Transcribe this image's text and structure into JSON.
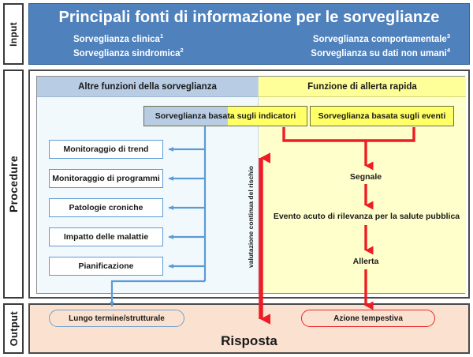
{
  "bands": {
    "input": "Input",
    "procedure": "Procedure",
    "output": "Output"
  },
  "input": {
    "title": "Principali fonti di informazione per le sorveglianze",
    "left_items": [
      {
        "text": "Sorveglianza clinica",
        "note": "1"
      },
      {
        "text": "Sorveglianza sindromica",
        "note": "2"
      }
    ],
    "right_items": [
      {
        "text": "Sorveglianza comportamentale",
        "note": "3"
      },
      {
        "text": "Sorveglianza su dati non umani",
        "note": "4"
      }
    ]
  },
  "procedure": {
    "left_header": "Altre funzioni della sorveglianza",
    "right_header": "Funzione di allerta rapida",
    "banner_indicators": "Sorveglianza basata sugli indicatori",
    "banner_events": "Sorveglianza basata sugli eventi",
    "risk_label": "valutazione continua del rischio",
    "procedure_boxes": [
      "Monitoraggio di trend",
      "Monitoraggio di programmi",
      "Patologie croniche",
      "Impatto delle malattie",
      "Pianificazione"
    ],
    "flow_steps": [
      "Segnale",
      "Evento acuto di rilevanza per la salute pubblica",
      "Allerta"
    ]
  },
  "output": {
    "oval_long_term": "Lungo termine/strutturale",
    "oval_fast_action": "Azione tempestiva",
    "response": "Risposta"
  },
  "colors": {
    "input_blue": "#4f81bd",
    "header_blue": "#b8cce4",
    "pane_blue": "#f2f9fd",
    "header_yellow": "#ffff99",
    "pane_yellow": "#ffffcc",
    "banner_yellow": "#ffff66",
    "output_peach": "#fbe2d0",
    "arrow_blue": "#5b9bd5",
    "arrow_red": "#ee1c25"
  }
}
